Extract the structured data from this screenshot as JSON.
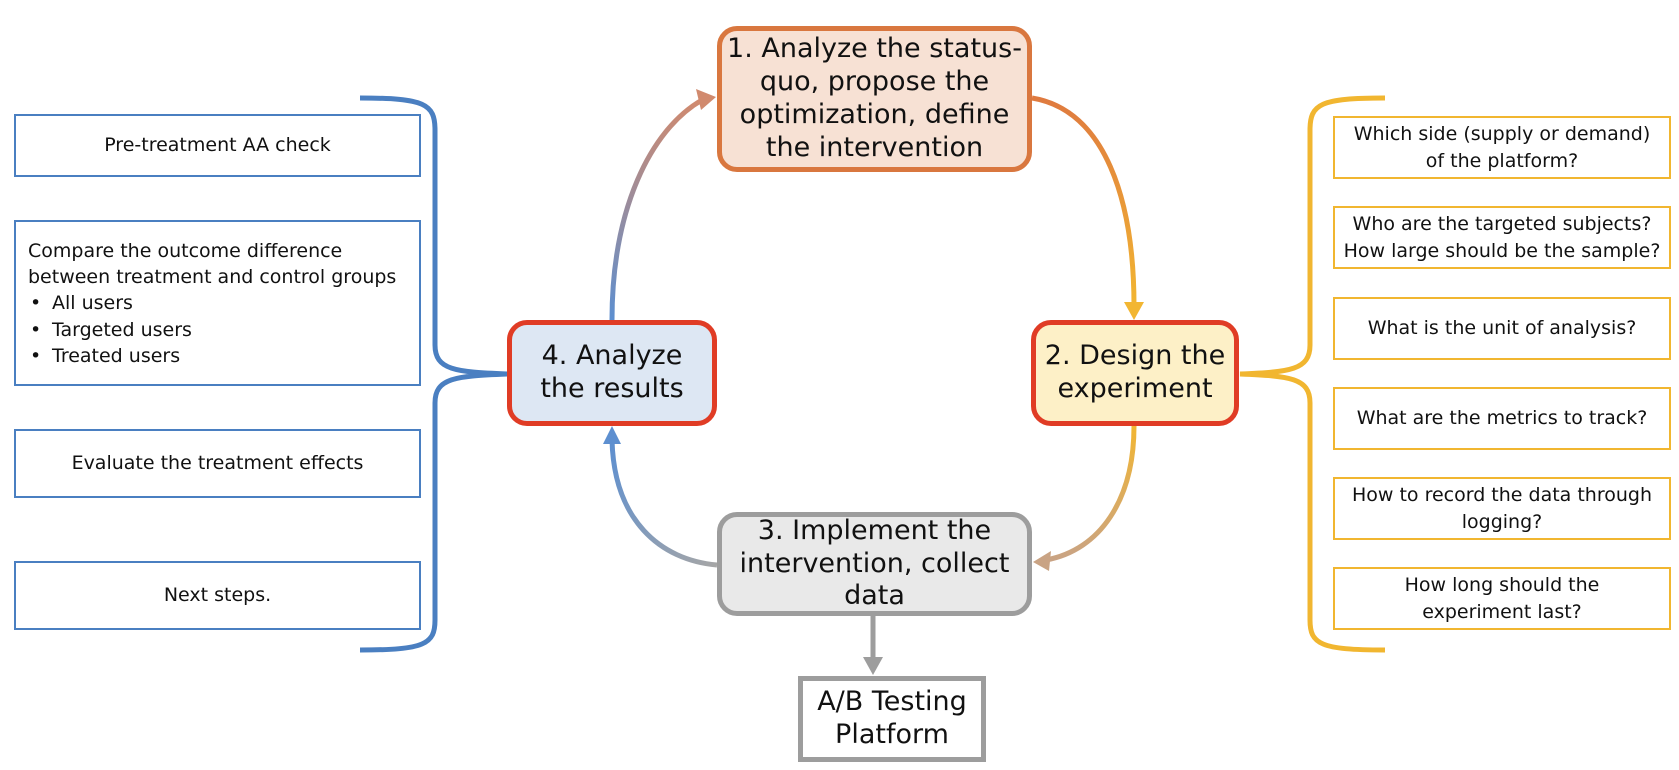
{
  "cycle": {
    "step1": [
      "1. Analyze the status-",
      "quo, propose the",
      "optimization, define",
      "the intervention"
    ],
    "step2": [
      "2. Design the",
      "experiment"
    ],
    "step3": [
      "3. Implement the",
      "intervention, collect",
      "data"
    ],
    "step4": [
      "4. Analyze",
      "the results"
    ]
  },
  "platform": [
    "A/B Testing",
    "Platform"
  ],
  "design_questions": [
    [
      "Which side (supply or demand)",
      "of the platform?"
    ],
    [
      "Who are the targeted subjects?",
      "How large should be the sample?"
    ],
    [
      "What is the unit of analysis?"
    ],
    [
      "What are the metrics to track?"
    ],
    [
      "How to record the data through",
      "logging?"
    ],
    [
      "How long should the",
      "experiment last?"
    ]
  ],
  "analysis_items": {
    "aa_check": "Pre-treatment AA check",
    "compare_title": [
      "Compare the outcome difference",
      "between treatment and control groups"
    ],
    "compare_bullets": [
      "All users",
      "Targeted users",
      "Treated users"
    ],
    "evaluate": "Evaluate the treatment effects",
    "next_steps": "Next steps."
  },
  "colors": {
    "orange": "#d9773f",
    "yellow": "#f1b630",
    "red": "#e03c25",
    "gray": "#9d9d9d",
    "blue": "#4a7fc1"
  }
}
